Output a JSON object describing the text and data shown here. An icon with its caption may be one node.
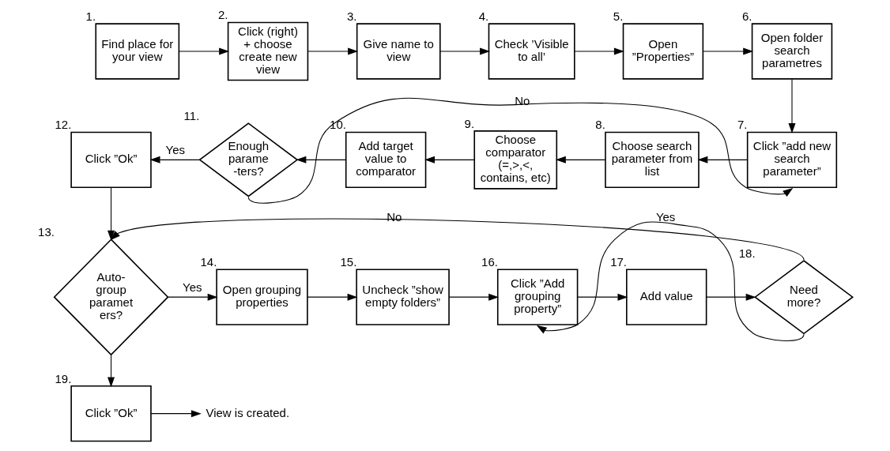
{
  "diagram": {
    "nodes": [
      {
        "text": [
          "Find place for your view"
        ],
        "beside": [
          "1."
        ]
      },
      {
        "text": [
          "Click (right) + choose create new view"
        ],
        "beside": [
          "2."
        ]
      },
      {
        "text": [
          "Give name to view"
        ],
        "beside": [
          "3."
        ]
      },
      {
        "text": [
          "Check ’Visible to all’"
        ],
        "beside": [
          "4."
        ]
      },
      {
        "text": [
          "Open ”Properties”"
        ],
        "beside": [
          "5."
        ]
      },
      {
        "text": [
          "Open folder search parametres"
        ],
        "beside": [
          "6."
        ]
      },
      {
        "text": [
          "Click ”add new search parameter”"
        ],
        "beside": [
          "7."
        ]
      },
      {
        "text": [
          "Choose search parameter from list"
        ],
        "beside": [
          "8."
        ]
      },
      {
        "text": [
          "Choose comparator (=,>,<, contains, etc)"
        ],
        "beside": [
          "9."
        ]
      },
      {
        "text": [
          "Add target value to comparator"
        ],
        "beside": [
          "10."
        ]
      },
      {
        "text": [
          "Enough parame -ters?"
        ],
        "beside": [
          "11."
        ]
      },
      {
        "text": [
          "Click ”Ok”"
        ],
        "beside": [
          "12."
        ]
      },
      {
        "text": [
          "Auto- group paramet ers?"
        ],
        "beside": [
          "13."
        ]
      },
      {
        "text": [
          "Open grouping properties"
        ],
        "beside": [
          "14."
        ]
      },
      {
        "text": [
          "Uncheck ”show empty folders”"
        ],
        "beside": [
          "15."
        ]
      },
      {
        "text": [
          "Click ”Add grouping property”"
        ],
        "beside": [
          "16."
        ]
      },
      {
        "text": [
          "Add value"
        ],
        "beside": [
          "17."
        ]
      },
      {
        "text": [
          "Need more?"
        ],
        "beside": [
          "18."
        ]
      },
      {
        "text": [
          "Click ”Ok”"
        ],
        "beside": [
          "19."
        ]
      },
      {
        "text": [
          "View is created."
        ]
      }
    ],
    "edges": [
      {
        "from": 0,
        "to": 1,
        "arrow": "to"
      },
      {
        "from": 1,
        "to": 2,
        "arrow": "to"
      },
      {
        "from": 2,
        "to": 3,
        "arrow": "to"
      },
      {
        "from": 3,
        "to": 4,
        "arrow": "to"
      },
      {
        "from": 4,
        "to": 5,
        "arrow": "to"
      },
      {
        "from": 5,
        "to": 6,
        "arrow": "to"
      },
      {
        "from": 6,
        "to": 7,
        "arrow": "to"
      },
      {
        "from": 7,
        "to": 8,
        "arrow": "to"
      },
      {
        "from": 8,
        "to": 9,
        "arrow": "to"
      },
      {
        "from": 9,
        "to": 10,
        "arrow": "to"
      },
      {
        "from": 10,
        "to": 11,
        "arrow": "to",
        "label": "Yes"
      },
      {
        "from": 10,
        "to": 6,
        "arrow": "to",
        "label": "No"
      },
      {
        "from": 11,
        "to": 12,
        "arrow": "to"
      },
      {
        "from": 12,
        "to": 13,
        "arrow": "to",
        "label": "Yes"
      },
      {
        "from": 13,
        "to": 14,
        "arrow": "to"
      },
      {
        "from": 14,
        "to": 15,
        "arrow": "to"
      },
      {
        "from": 15,
        "to": 16,
        "arrow": "to"
      },
      {
        "from": 16,
        "to": 17,
        "arrow": "to"
      },
      {
        "from": 17,
        "to": 12,
        "arrow": "to",
        "label": "No"
      },
      {
        "from": 17,
        "to": 15,
        "arrow": "to",
        "label": "Yes"
      },
      {
        "from": 12,
        "to": 18,
        "arrow": "to"
      },
      {
        "from": 18,
        "to": 19,
        "arrow": "to"
      }
    ]
  }
}
